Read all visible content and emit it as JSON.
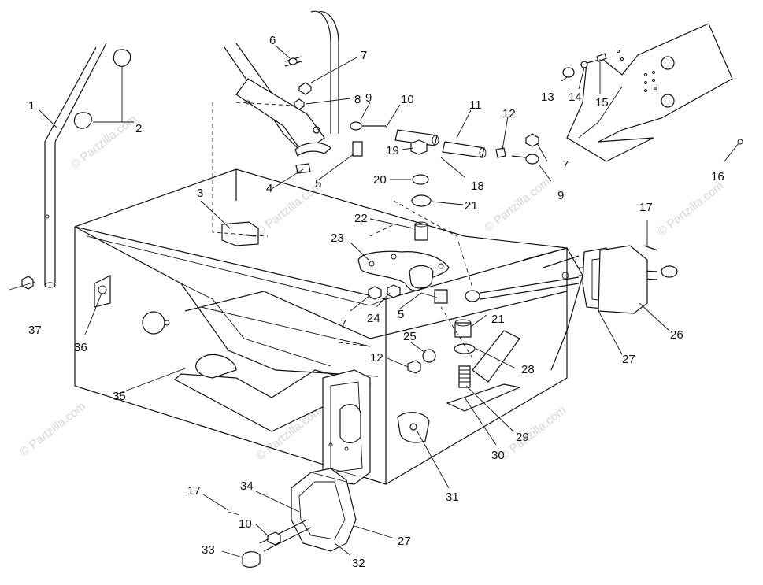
{
  "watermark": "© Partzilla.com",
  "callouts": {
    "c1": "1",
    "c2": "2",
    "c3": "3",
    "c4": "4",
    "c5a": "5",
    "c5b": "5",
    "c6": "6",
    "c7a": "7",
    "c7b": "7",
    "c7c": "7",
    "c8": "8",
    "c9a": "9",
    "c9b": "9",
    "c10a": "10",
    "c10b": "10",
    "c11": "11",
    "c12a": "12",
    "c12b": "12",
    "c13": "13",
    "c14": "14",
    "c15": "15",
    "c16": "16",
    "c17a": "17",
    "c17b": "17",
    "c18": "18",
    "c19": "19",
    "c20": "20",
    "c21a": "21",
    "c21b": "21",
    "c22": "22",
    "c23": "23",
    "c24": "24",
    "c25": "25",
    "c26": "26",
    "c27a": "27",
    "c27b": "27",
    "c28": "28",
    "c29": "29",
    "c30": "30",
    "c31": "31",
    "c32": "32",
    "c33": "33",
    "c34": "34",
    "c35": "35",
    "c36": "36",
    "c37": "37"
  }
}
